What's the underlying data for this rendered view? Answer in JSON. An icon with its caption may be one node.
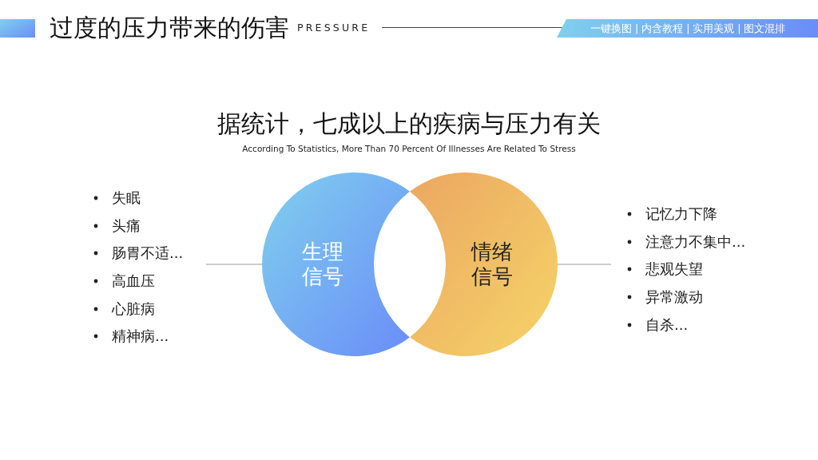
{
  "diagram": {
    "title": "过度的压力带来的伤害",
    "nodes": [
      {
        "text": [
          "失眠",
          "头痛",
          "肠胃不适...",
          "高血压",
          "心脏病",
          "精神病..."
        ]
      },
      {
        "text": [
          "生理信号"
        ]
      },
      {
        "text": [
          "情绪信号"
        ]
      },
      {
        "text": [
          "记忆力下降",
          "注意力不集中...",
          "悲观失望",
          "异常激动",
          "自杀..."
        ]
      }
    ],
    "edges": [
      {
        "from": 0,
        "to": 1,
        "arrow": "none"
      },
      {
        "from": 2,
        "to": 3,
        "arrow": "none"
      }
    ],
    "labels": [
      "PRESSURE",
      "一键换图 | 内含教程 | 实用美观 | 图文混排",
      "据统计，七成以上的疾病与压力有关",
      "According To Statistics, More Than 70 Percent Of Illnesses Are Related To Stress"
    ]
  }
}
